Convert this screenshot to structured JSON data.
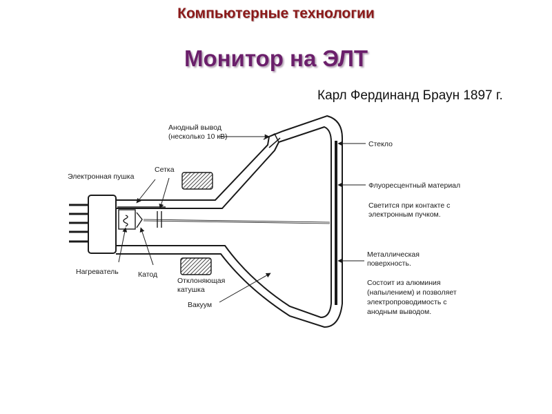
{
  "header": {
    "subject": "Компьютерные технологии",
    "title": "Монитор на ЭЛТ",
    "credit": "Карл Фердинанд Браун 1897 г."
  },
  "labels": {
    "anode_1": "Анодный вывод",
    "anode_2": "(несколько 10 кВ)",
    "glass": "Стекло",
    "grid": "Сетка",
    "gun": "Электронная пушка",
    "phosphor": "Флуоресцентный материал",
    "glow_1": "Светится при контакте с",
    "glow_2": "электронным пучком.",
    "metal_1": "Металлическая",
    "metal_2": "поверхность.",
    "alum_1": "Состоит из алюминия",
    "alum_2": "(напылением) и позволяет",
    "alum_3": "электропроводимость с",
    "alum_4": "анодным выводом.",
    "heater": "Нагреватель",
    "cathode": "Катод",
    "coil_1": "Отклоняющая",
    "coil_2": "катушка",
    "vacuum": "Вакуум"
  },
  "colors": {
    "header": "#8b1a1a",
    "title": "#6b1f6b",
    "line": "#1a1a1a"
  }
}
